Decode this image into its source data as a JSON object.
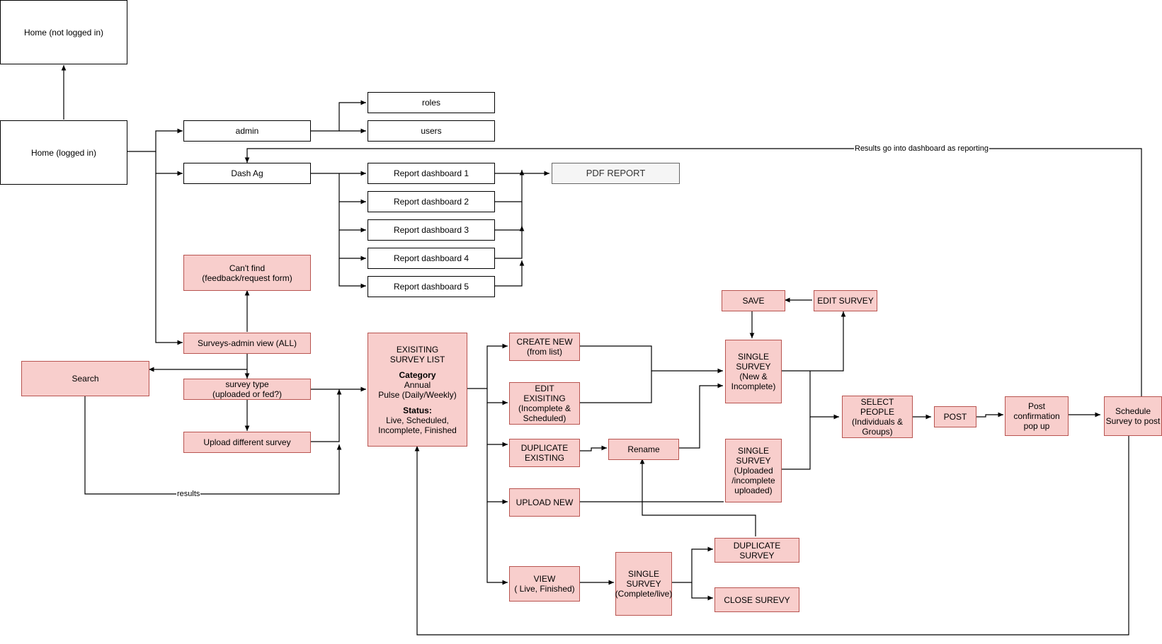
{
  "nodes": {
    "home_not_logged_in": "Home (not logged in)",
    "home_logged_in": "Home (logged in)",
    "admin": "admin",
    "roles": "roles",
    "users": "users",
    "dash_ag": "Dash Ag",
    "report_dashboard_1": "Report dashboard 1",
    "report_dashboard_2": "Report dashboard 2",
    "report_dashboard_3": "Report dashboard 3",
    "report_dashboard_4": "Report dashboard 4",
    "report_dashboard_5": "Report dashboard 5",
    "pdf_report": "PDF REPORT",
    "cant_find": "Can't find\n(feedback/request form)",
    "surveys_admin_view": "Surveys-admin view (ALL)",
    "search": "Search",
    "survey_type": "survey type\n(uploaded or fed?)",
    "upload_different_survey": "Upload different survey",
    "existing_survey_list": {
      "title": "EXISITING\nSURVEY LIST",
      "category_heading": "Category",
      "category_values": "Annual\nPulse (Daily/Weekly)",
      "status_heading": "Status:",
      "status_values": "Live, Scheduled,\nIncomplete, Finished"
    },
    "create_new": "CREATE NEW\n(from list)",
    "edit_existing": "EDIT\nEXISITING\n(Incomplete &\nScheduled)",
    "duplicate_existing": "DUPLICATE\nEXISTING",
    "upload_new": "UPLOAD NEW",
    "view": "VIEW\n( Live, Finished)",
    "rename": "Rename",
    "single_survey_complete": "SINGLE\nSURVEY\n(Complete/live)",
    "duplicate_survey": "DUPLICATE\nSURVEY",
    "close_survey": "CLOSE SUREVY",
    "save": "SAVE",
    "edit_survey": "EDIT SURVEY",
    "single_survey_new": "SINGLE\nSURVEY\n(New &\nIncomplete)",
    "single_survey_uploaded": "SINGLE\nSURVEY\n(Uploaded\n/incomplete\nuploaded)",
    "select_people": "SELECT\nPEOPLE\n(Individuals &\nGroups)",
    "post": "POST",
    "post_confirmation": "Post\nconfirmation\npop up",
    "schedule": "Schedule\nSurvey to post"
  },
  "edge_labels": {
    "results_to_dashboard": "Results go into dashboard as reporting",
    "results": "results"
  },
  "colors": {
    "pink_fill": "#f8cecc",
    "pink_stroke": "#b85450",
    "gray_fill": "#f5f5f5",
    "gray_stroke": "#666666"
  }
}
